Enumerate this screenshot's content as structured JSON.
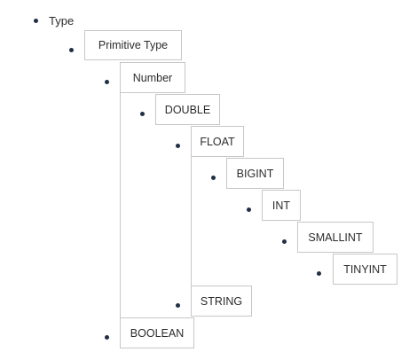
{
  "tree": {
    "root": "Type",
    "primitive_type": "Primitive Type",
    "number": "Number",
    "double": "DOUBLE",
    "float": "FLOAT",
    "bigint": "BIGINT",
    "int": "INT",
    "smallint": "SMALLINT",
    "tinyint": "TINYINT",
    "string": "STRING",
    "boolean": "BOOLEAN"
  }
}
